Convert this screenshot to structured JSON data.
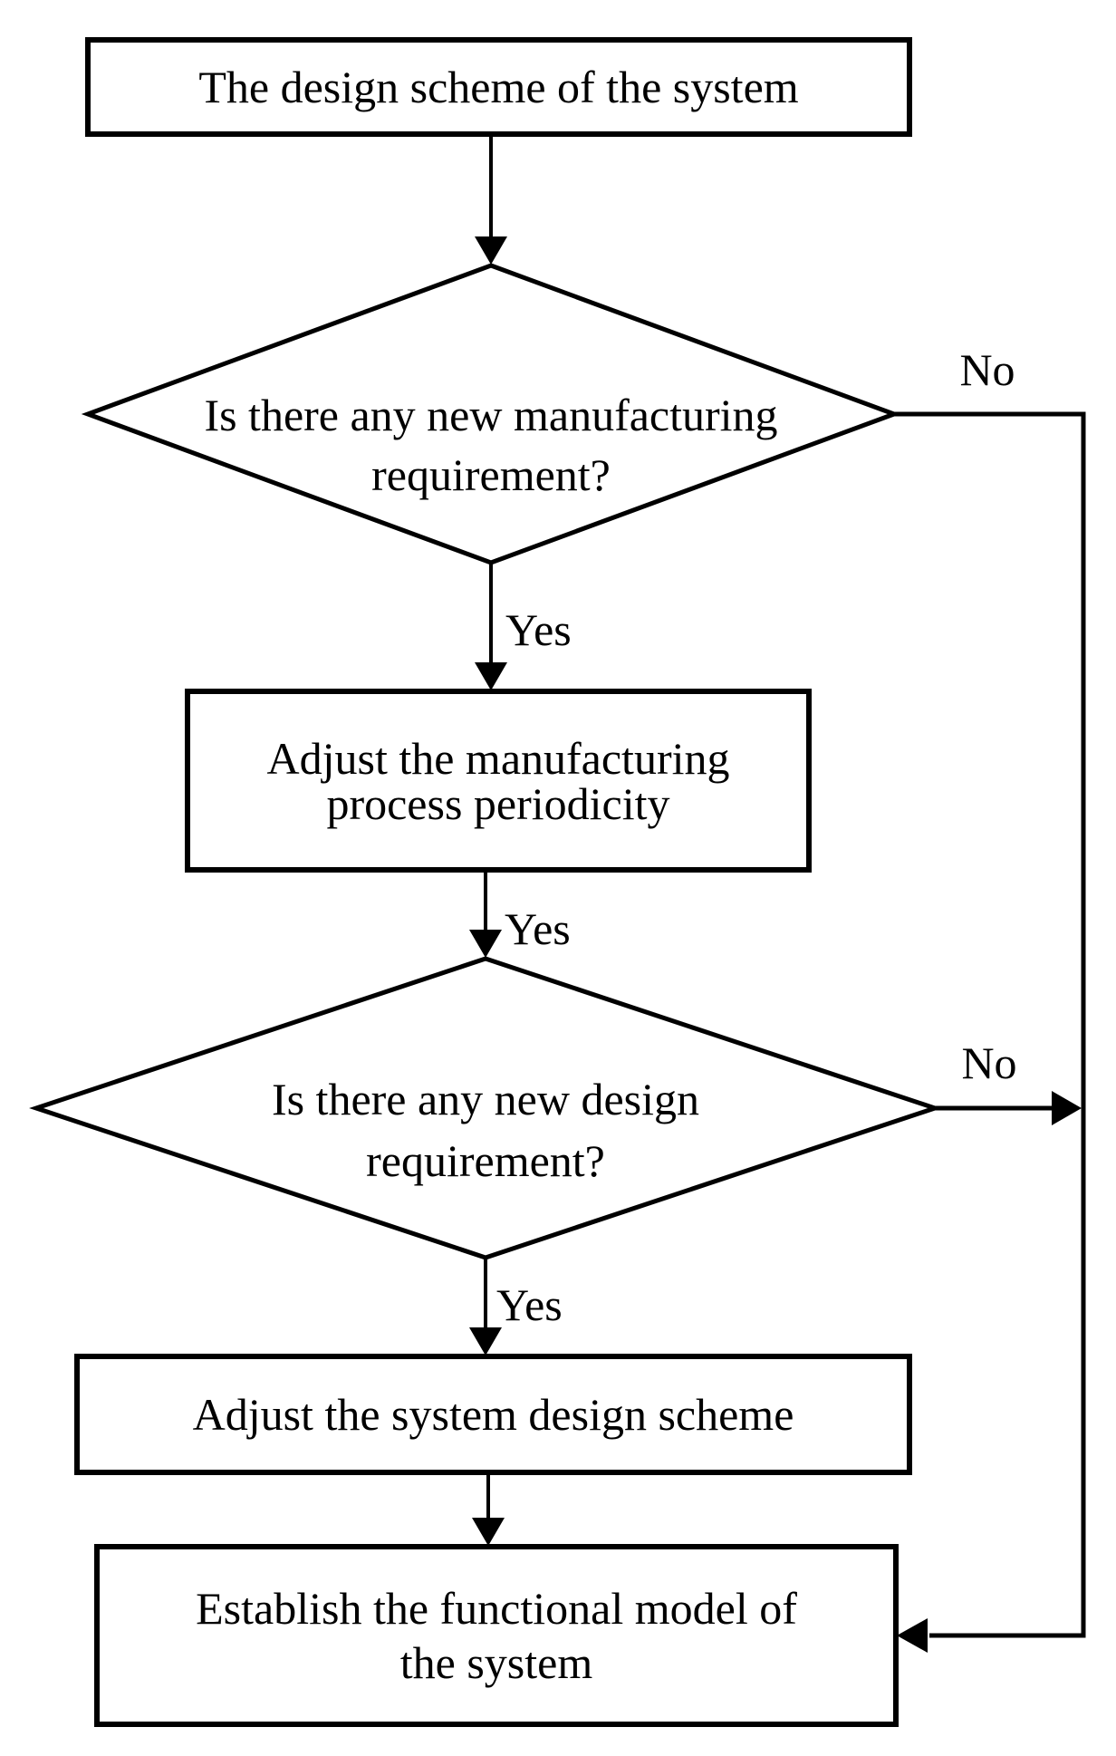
{
  "figure": {
    "type": "flowchart",
    "background_color": "#ffffff",
    "stroke_color": "#000000",
    "text_color": "#000000"
  },
  "nodes": {
    "start": {
      "shape": "rect",
      "lines": [
        "The design scheme of the system"
      ]
    },
    "decision_manufacturing": {
      "shape": "diamond",
      "lines": [
        "Is there any new manufacturing",
        "requirement?"
      ]
    },
    "adjust_manufacturing": {
      "shape": "rect",
      "lines": [
        "Adjust the manufacturing",
        "process periodicity"
      ]
    },
    "decision_design": {
      "shape": "diamond",
      "lines": [
        "Is there any new design",
        "requirement?"
      ]
    },
    "adjust_design": {
      "shape": "rect",
      "lines": [
        "Adjust the system design scheme"
      ]
    },
    "establish_model": {
      "shape": "rect",
      "lines": [
        "Establish the functional model of",
        "the system"
      ]
    }
  },
  "edge_labels": {
    "no_manufacturing": "No",
    "yes_manufacturing": "Yes",
    "yes_before_design": "Yes",
    "no_design": "No",
    "yes_design": "Yes"
  }
}
